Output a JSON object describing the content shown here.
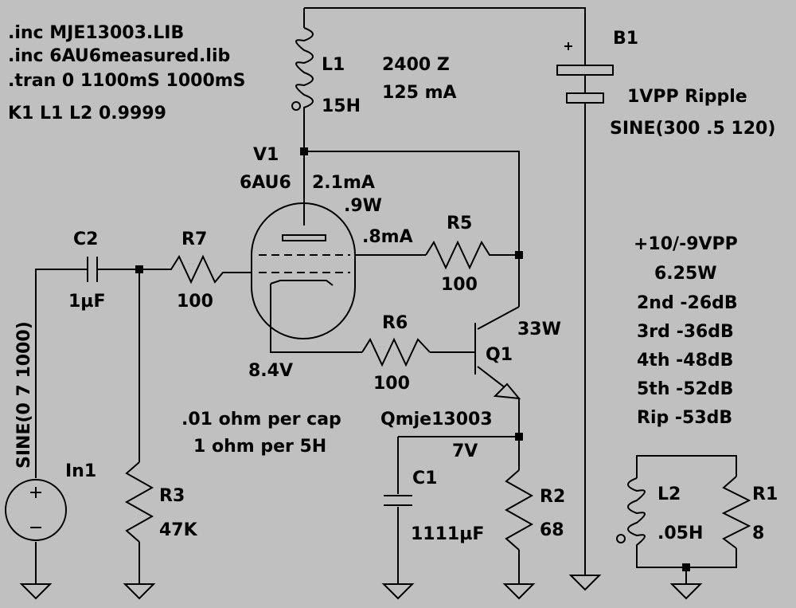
{
  "directives": [
    ".inc MJE13003.LIB",
    ".inc 6AU6measured.lib",
    ".tran 0 1100mS 1000mS",
    "K1 L1 L2 0.9999"
  ],
  "tube": {
    "ref": "V1",
    "model": "6AU6",
    "current": "2.1mA",
    "power": ".9W",
    "g2_current": ".8mA",
    "cathode_v": "8.4V"
  },
  "l1": {
    "ref": "L1",
    "value": "15H",
    "z": "2400 Z",
    "i": "125 mA"
  },
  "b1": {
    "ref": "B1",
    "ripple": "1VPP Ripple",
    "value": "SINE(300 .5 120)"
  },
  "c2": {
    "ref": "C2",
    "value": "1µF"
  },
  "r7": {
    "ref": "R7",
    "value": "100"
  },
  "r5": {
    "ref": "R5",
    "value": "100"
  },
  "r6": {
    "ref": "R6",
    "value": "100"
  },
  "q1": {
    "ref": "Q1",
    "model": "Qmje13003",
    "power": "33W"
  },
  "c1": {
    "ref": "C1",
    "value": "1111µF"
  },
  "r2": {
    "ref": "R2",
    "value": "68"
  },
  "r3": {
    "ref": "R3",
    "value": "47K"
  },
  "in1": {
    "ref": "In1",
    "value": "SINE(0 7 1000)"
  },
  "node_7v": "7V",
  "notes": [
    ".01 ohm per cap",
    "1 ohm per 5H"
  ],
  "results": [
    "+10/-9VPP",
    "6.25W",
    "2nd -26dB",
    "3rd  -36dB",
    "4th  -48dB",
    "5th  -52dB",
    "Rip -53dB"
  ],
  "l2": {
    "ref": "L2",
    "value": ".05H"
  },
  "r1": {
    "ref": "R1",
    "value": "8"
  },
  "colors": {
    "background": "#c0c0c0",
    "ink": "#000000"
  }
}
